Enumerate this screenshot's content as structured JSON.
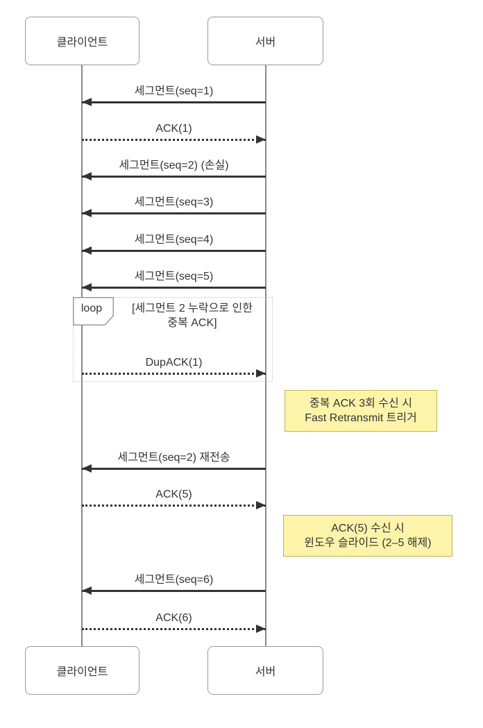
{
  "diagram": {
    "type": "sequence",
    "actors": [
      {
        "id": "client",
        "label": "클라이언트"
      },
      {
        "id": "server",
        "label": "서버"
      }
    ],
    "messages": [
      {
        "label": "세그먼트(seq=1)",
        "from": "server",
        "to": "client",
        "line": "solid"
      },
      {
        "label": "ACK(1)",
        "from": "client",
        "to": "server",
        "line": "dotted"
      },
      {
        "label": "세그먼트(seq=2) (손실)",
        "from": "server",
        "to": "client",
        "line": "solid"
      },
      {
        "label": "세그먼트(seq=3)",
        "from": "server",
        "to": "client",
        "line": "solid"
      },
      {
        "label": "세그먼트(seq=4)",
        "from": "server",
        "to": "client",
        "line": "solid"
      },
      {
        "label": "세그먼트(seq=5)",
        "from": "server",
        "to": "client",
        "line": "solid"
      },
      {
        "label": "DupACK(1)",
        "from": "client",
        "to": "server",
        "line": "dotted"
      },
      {
        "label": "세그먼트(seq=2) 재전송",
        "from": "server",
        "to": "client",
        "line": "solid"
      },
      {
        "label": "ACK(5)",
        "from": "client",
        "to": "server",
        "line": "dotted"
      },
      {
        "label": "세그먼트(seq=6)",
        "from": "server",
        "to": "client",
        "line": "solid"
      },
      {
        "label": "ACK(6)",
        "from": "client",
        "to": "server",
        "line": "dotted"
      }
    ],
    "loop": {
      "keyword": "loop",
      "title_line1": "[세그먼트 2 누락으로 인한",
      "title_line2": "중복 ACK]"
    },
    "notes": [
      {
        "line1": "중복 ACK 3회 수신 시",
        "line2": "Fast Retransmit 트리거"
      },
      {
        "line1": "ACK(5) 수신 시",
        "line2": "윈도우 슬라이드 (2–5 해제)"
      }
    ],
    "colors": {
      "background": "#ffffff",
      "text": "#333333",
      "arrow": "#333333",
      "lifeline": "#888888",
      "actor-border": "#999999",
      "actor-fill": "#ffffff",
      "loop-border": "#c2c2c2",
      "note-fill": "#fdf4aa",
      "note-border": "#bfb548"
    }
  }
}
